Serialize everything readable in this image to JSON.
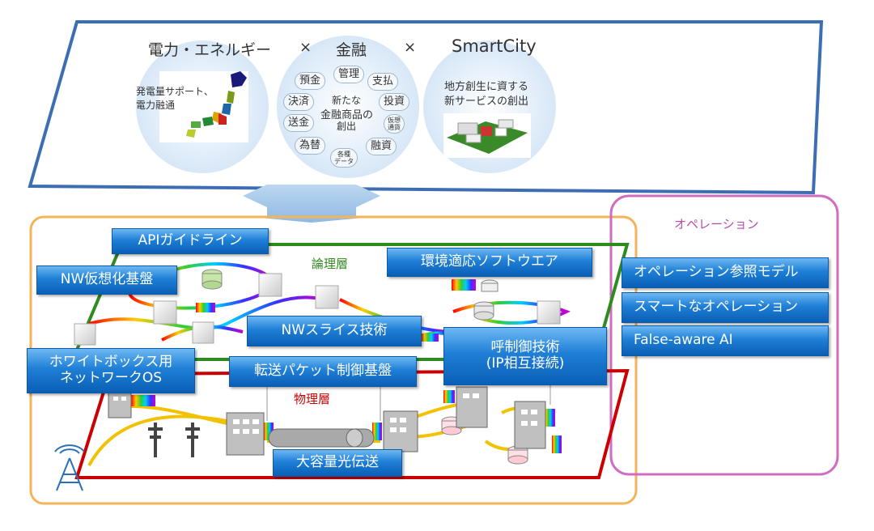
{
  "top_banner": {
    "headings": [
      "電力・エネルギー",
      "×",
      "金融",
      "×",
      "SmartCity"
    ],
    "energy_caption": [
      "発電量サポート、",
      "電力融通"
    ],
    "finance_center": [
      "新たな",
      "金融商品の",
      "創出"
    ],
    "finance_items": [
      "管理",
      "預金",
      "支払",
      "決済",
      "投資",
      "仮想",
      "通貨",
      "送金",
      "融資",
      "為替",
      "各種",
      "データ"
    ],
    "city_caption": [
      "地方創生に資する",
      "新サービスの創出"
    ]
  },
  "layers": {
    "logical": "論理層",
    "physical": "物理層"
  },
  "tech_labels": {
    "api_guideline": "APIガイドライン",
    "nw_virtualization": "NW仮想化基盤",
    "adaptive_software": "環境適応ソフトウエア",
    "nw_slice": "NWスライス技術",
    "transfer_packet": "転送パケット制御基盤",
    "call_control": [
      "呼制御技術",
      "(IP相互接続)"
    ],
    "whitebox_os": [
      "ホワイトボックス用",
      "ネットワークOS"
    ],
    "optical_transport": "大容量光伝送"
  },
  "operation": {
    "title": "オペレーション",
    "items": [
      "オペレーション参照モデル",
      "スマートなオペレーション",
      "False-aware AI"
    ]
  },
  "colors": {
    "banner_border": "#3d6eb4",
    "infra_border": "#f4b45a",
    "ops_border": "#d06dc0",
    "ops_title": "#b84aa8",
    "logical_layer": "#2e8b1e",
    "physical_layer": "#cc0000",
    "link_yellow": "#f2c200",
    "label_blue": "#1f7fd6"
  }
}
